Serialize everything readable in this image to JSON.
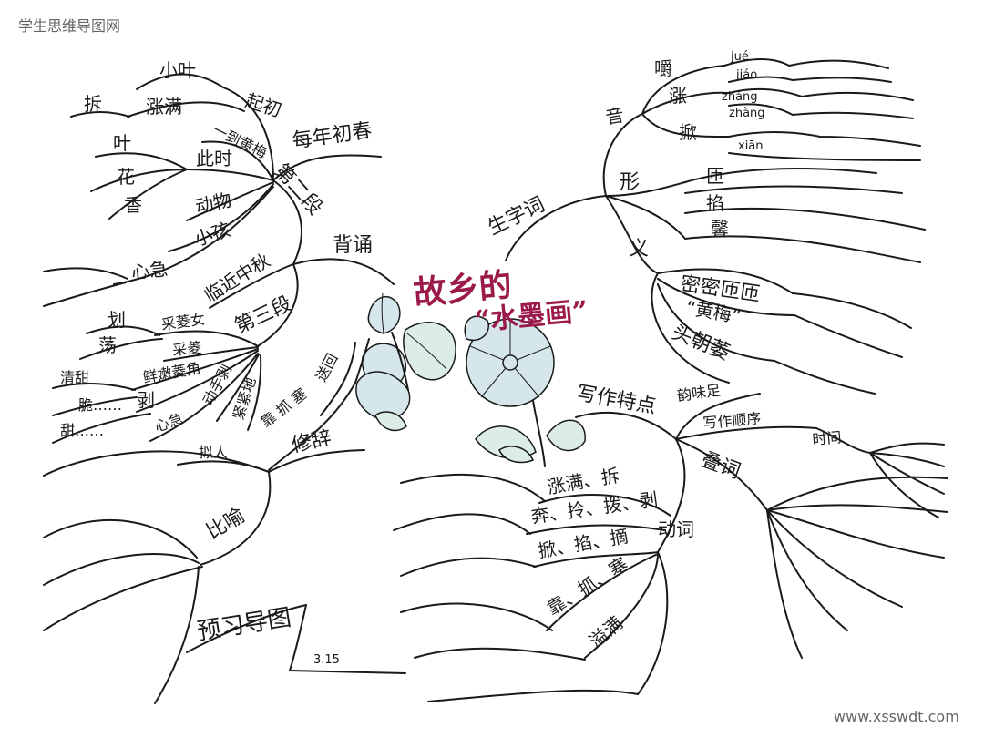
{
  "watermark": {
    "site_name": "学生思维导图网",
    "url": "www.xsswdt.com"
  },
  "title": {
    "line1": "故乡的",
    "line2": "“水墨画”"
  },
  "left": {
    "recite": "背诵",
    "para2": {
      "label": "第二段",
      "early_spring": "每年初春",
      "at_first": "起初",
      "at_first_items": [
        "小叶",
        "涨满",
        "拆"
      ],
      "plum_season": "一到黄梅",
      "at_this_time": "此时",
      "at_this_time_items": [
        "叶",
        "花",
        "香"
      ],
      "animals": "动物",
      "children": "小孩",
      "anxious": "心急"
    },
    "para3": {
      "label": "第三段",
      "mid_autumn": "临近中秋",
      "picker_girls": "采菱女",
      "boat_actions": [
        "划",
        "荡"
      ],
      "picking": "采菱",
      "fresh_caltrops": "鲜嫩菱角",
      "tastes": [
        "清甜",
        "脆……",
        "甜……"
      ],
      "peel": "剥",
      "anxious": "心急",
      "peel_by_hand": "动手剥",
      "tightly": "紧紧地",
      "actions": "靠 抓 塞",
      "send_back": "送回"
    },
    "rhetoric": {
      "label": "修辞",
      "personification": "拟人",
      "metaphor": "比喻"
    },
    "footer": {
      "map_title": "预习导图",
      "date": "3.15"
    }
  },
  "right": {
    "vocab": {
      "label": "生字词",
      "sound": {
        "label": "音",
        "items": [
          {
            "char": "嚼",
            "pinyin": [
              "jué",
              "jiáo"
            ]
          },
          {
            "char": "涨",
            "pinyin": [
              "zhǎng",
              "zhàng"
            ]
          },
          {
            "char": "掀",
            "pinyin": [
              "xiān"
            ]
          }
        ]
      },
      "form": {
        "label": "形",
        "items": [
          "匝",
          "掐",
          "馨"
        ]
      },
      "meaning": {
        "label": "义",
        "items": [
          "密密匝匝",
          "“黄梅”",
          "头朝萎"
        ]
      }
    },
    "writing": {
      "label": "写作特点",
      "charm": "韵味足",
      "order": {
        "label": "写作顺序",
        "type": "时间"
      },
      "reduplication": "叠词",
      "verbs": {
        "label": "动词",
        "items": [
          "涨满、拆",
          "奔、拎、拨、剥",
          "掀、掐、摘",
          "靠、抓、塞",
          "溢满"
        ]
      }
    }
  },
  "colors": {
    "ink": "#1a1a1a",
    "title": "#9b1a4a",
    "flower_fill": "#d6e7ec",
    "leaf_fill": "#dcece6"
  }
}
